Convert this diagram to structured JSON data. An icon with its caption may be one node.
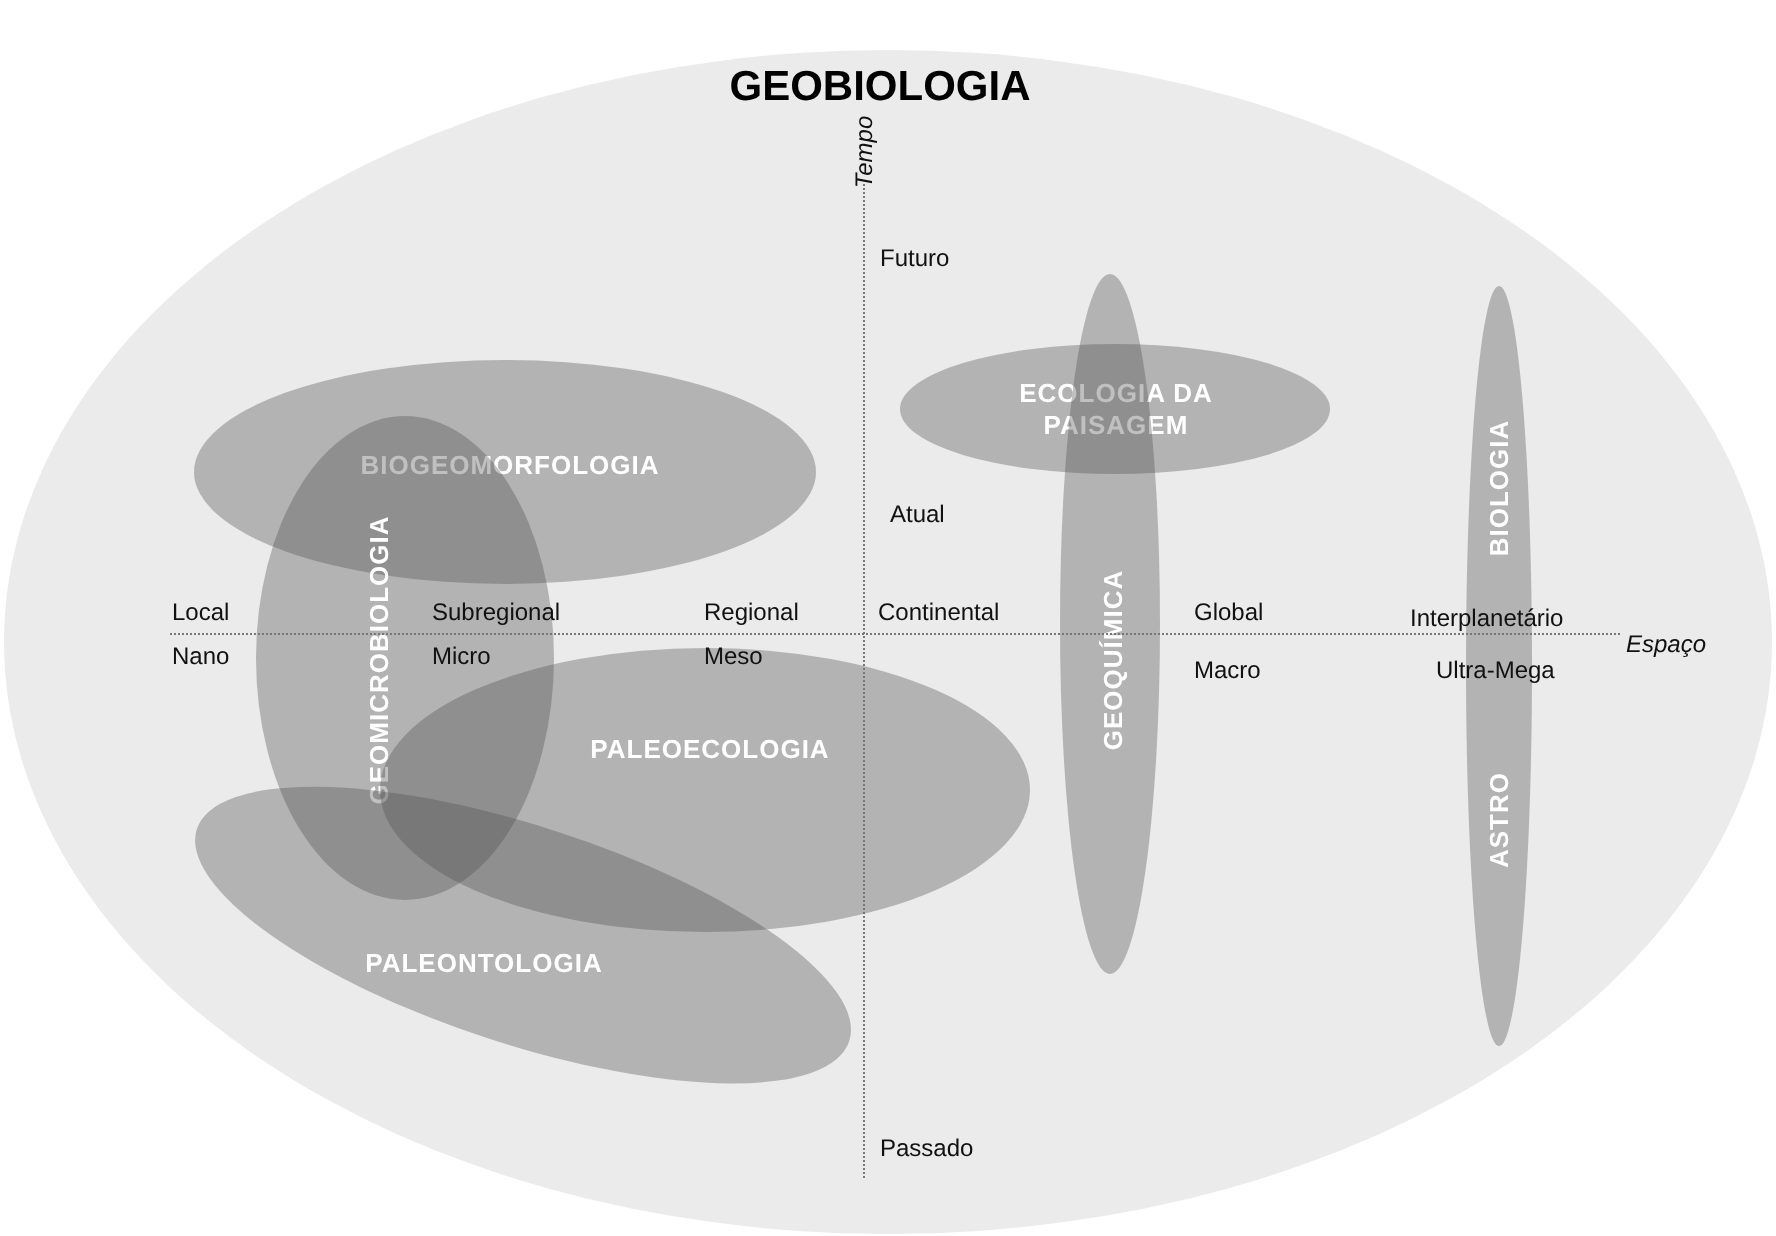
{
  "diagram": {
    "nodes": [
      {
        "text": [
          "GEOBIOLOGIA"
        ]
      },
      {
        "text": [
          "BIOGEOMORFOLOGIA"
        ],
        "in": 0
      },
      {
        "text": [
          "ECOLOGIA DA PAISAGEM"
        ],
        "in": 0
      },
      {
        "text": [
          "GEOMICROBIOLOGIA"
        ],
        "in": 0
      },
      {
        "text": [
          "GEOQUÍMICA"
        ],
        "in": 0
      },
      {
        "text": [
          "ASTRO",
          "BIOLOGIA"
        ],
        "in": 0
      },
      {
        "text": [
          "PALEOECOLOGIA"
        ],
        "in": 0
      },
      {
        "text": [
          "PALEONTOLOGIA"
        ],
        "in": 0
      }
    ],
    "labels": [
      "Tempo",
      "Futuro",
      "Atual",
      "Local",
      "Subregional",
      "Regional",
      "Continental",
      "Global",
      "Interplanetário",
      "Espaço",
      "Nano",
      "Micro",
      "Meso",
      "Macro",
      "Ultra-Mega",
      "Passado"
    ]
  }
}
